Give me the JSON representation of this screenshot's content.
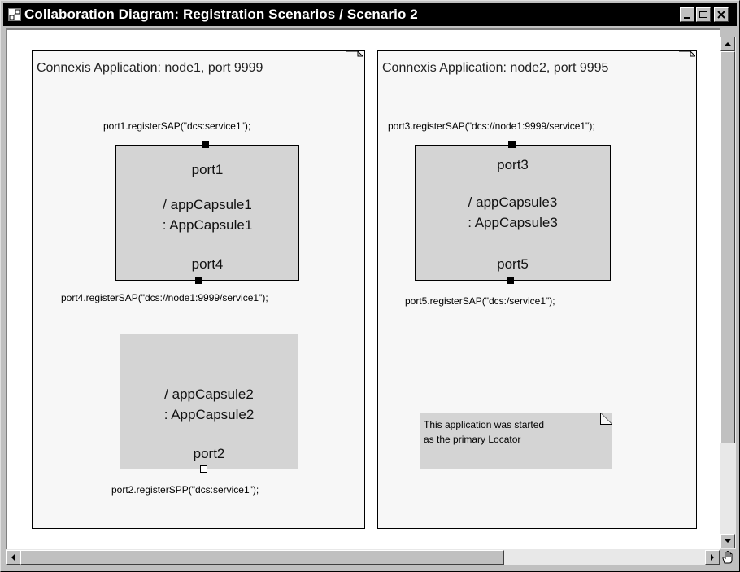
{
  "window": {
    "title": "Collaboration Diagram: Registration Scenarios / Scenario 2"
  },
  "nodes": [
    {
      "title": "Connexis Application: node1, port 9999",
      "capsules": [
        {
          "top_port": "port1",
          "role": "/ appCapsule1",
          "type": ": AppCapsule1",
          "bottom_port": "port4",
          "top_call": "port1.registerSAP(\"dcs:service1\");",
          "bottom_call": "port4.registerSAP(\"dcs://node1:9999/service1\");"
        },
        {
          "role": "/ appCapsule2",
          "type": ": AppCapsule2",
          "bottom_port": "port2",
          "bottom_call": "port2.registerSPP(\"dcs:service1\");"
        }
      ]
    },
    {
      "title": "Connexis Application: node2, port 9995",
      "capsules": [
        {
          "top_port": "port3",
          "role": "/ appCapsule3",
          "type": ": AppCapsule3",
          "bottom_port": "port5",
          "top_call": "port3.registerSAP(\"dcs://node1:9999/service1\");",
          "bottom_call": "port5.registerSAP(\"dcs:/service1\");"
        }
      ],
      "note": {
        "line1": "This application was started",
        "line2": "as the primary Locator"
      }
    }
  ],
  "icons": {
    "title": "diagram-icon",
    "minimize": "minimize-icon",
    "maximize": "maximize-icon",
    "close": "close-icon"
  }
}
